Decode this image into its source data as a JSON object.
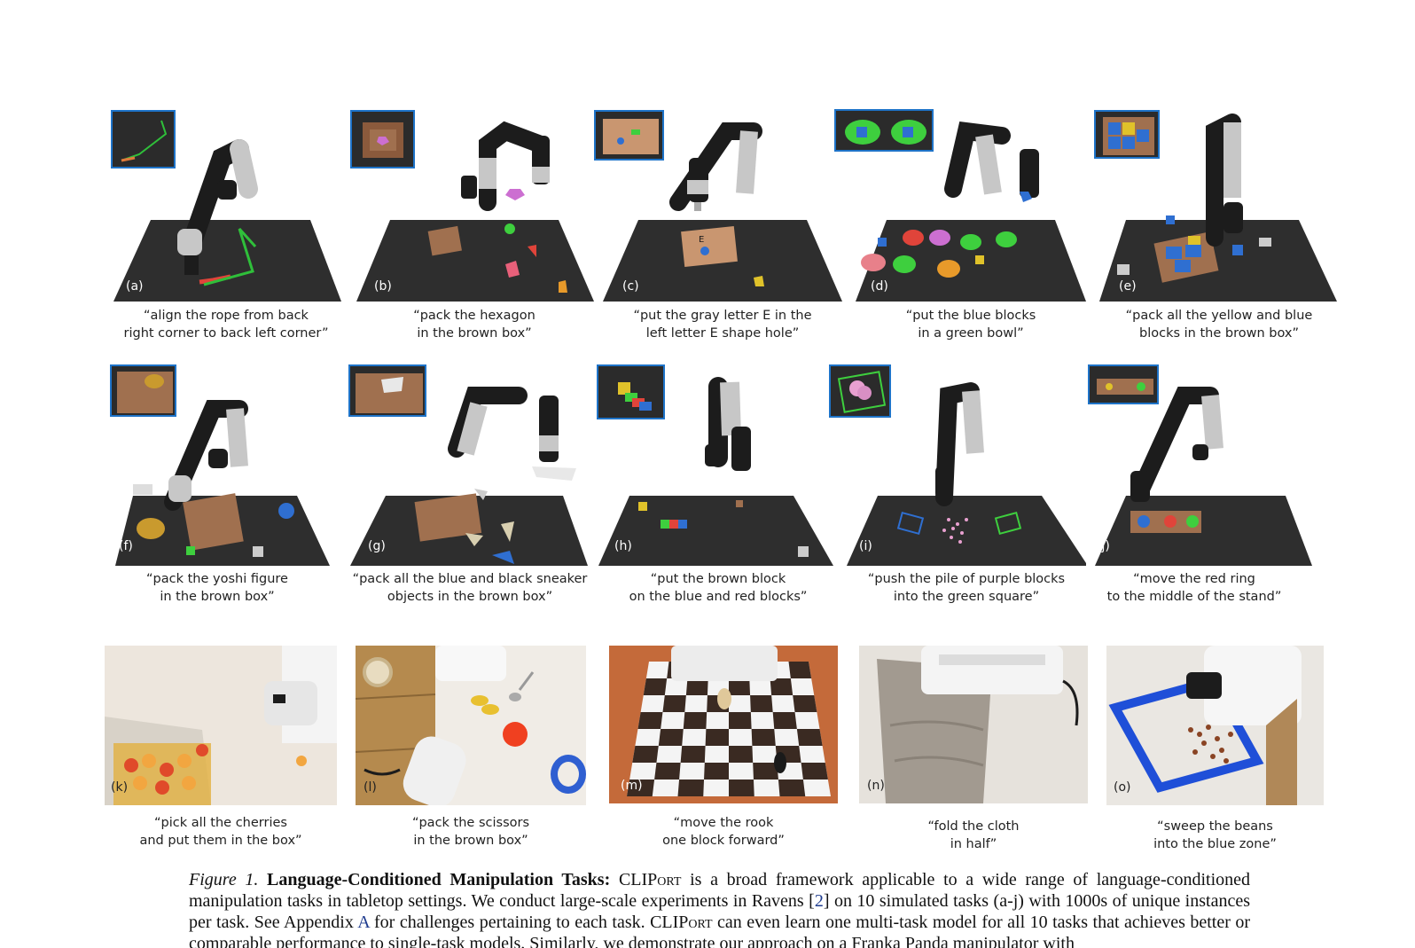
{
  "panels": [
    {
      "label": "(a)",
      "caption_line1": "“align the rope from back",
      "caption_line2": "right corner to back left corner”"
    },
    {
      "label": "(b)",
      "caption_line1": "“pack the hexagon",
      "caption_line2": "in the brown box”"
    },
    {
      "label": "(c)",
      "caption_line1": "“put the gray letter E in the",
      "caption_line2": "left letter E shape hole”"
    },
    {
      "label": "(d)",
      "caption_line1": "“put the blue blocks",
      "caption_line2": "in a green bowl”"
    },
    {
      "label": "(e)",
      "caption_line1": "“pack all the yellow and blue",
      "caption_line2": "blocks in the brown box”"
    },
    {
      "label": "(f)",
      "caption_line1": "“pack the yoshi figure",
      "caption_line2": "in the brown box”"
    },
    {
      "label": "(g)",
      "caption_line1": "“pack all the blue and black sneaker",
      "caption_line2": "objects in the brown box”"
    },
    {
      "label": "(h)",
      "caption_line1": "“put the brown block",
      "caption_line2": "on the blue and red blocks”"
    },
    {
      "label": "(i)",
      "caption_line1": "“push the pile of purple blocks",
      "caption_line2": "into the green square”"
    },
    {
      "label": "(j)",
      "caption_line1": "“move the red ring",
      "caption_line2": "to the middle of the stand”"
    },
    {
      "label": "(k)",
      "caption_line1": "“pick all the cherries",
      "caption_line2": "and put them in the box”"
    },
    {
      "label": "(l)",
      "caption_line1": "“pack the scissors",
      "caption_line2": "in the brown box”"
    },
    {
      "label": "(m)",
      "caption_line1": "“move the rook",
      "caption_line2": "one block forward”"
    },
    {
      "label": "(n)",
      "caption_line1": "“fold the cloth",
      "caption_line2": "in half”"
    },
    {
      "label": "(o)",
      "caption_line1": "“sweep the beans",
      "caption_line2": "into the blue zone”"
    }
  ],
  "figure_caption": {
    "number": "Figure 1.",
    "title": "Language-Conditioned Manipulation Tasks:",
    "cliport": "CLIPort",
    "text1": " is a broad framework applicable to a wide range of language-conditioned manipulation tasks in tabletop settings.  We conduct large-scale experiments in Ravens [",
    "ref1": "2",
    "text2": "] on 10 simulated tasks (a-j) with 1000s of unique instances per task. See Appendix ",
    "ref2": "A",
    "text3": " for challenges pertaining to each task. ",
    "text4": " can even learn one multi-task model for all 10 tasks that achieves better or comparable performance to single-task models. Similarly, we demonstrate our approach on a Franka Panda manipulator with"
  },
  "colors": {
    "table": "#2e2e2e",
    "robot_dark": "#1c1c1c",
    "robot_light": "#bfbfbf",
    "inset_border": "#1e73c8",
    "box_brown": "#a0704f",
    "link_blue": "#1f3c8f"
  }
}
